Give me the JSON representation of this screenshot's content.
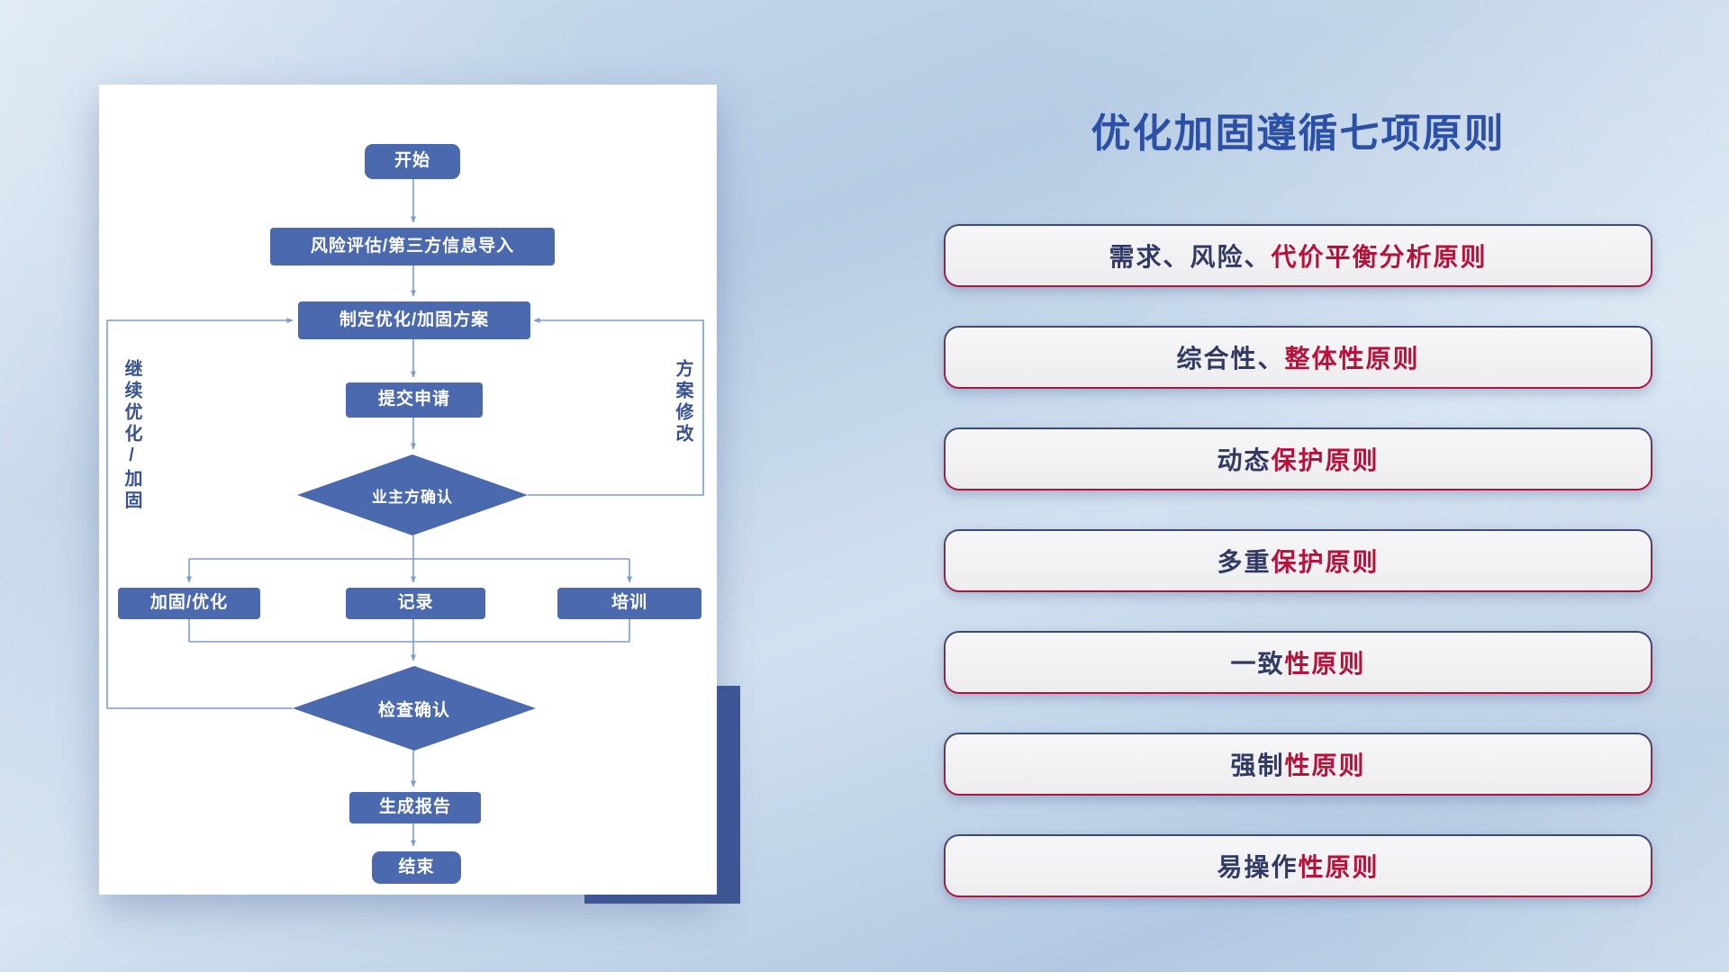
{
  "title": "优化加固遵循七项原则",
  "colors": {
    "title_blue": "#2b50a6",
    "node_fill": "#4a69ae",
    "connector": "#7b9cd2",
    "loop_label": "#3a5390",
    "pill_text_primary": "#323a63",
    "pill_text_accent": "#b5123c",
    "card_background": "#ffffff",
    "accent_rect": "#3f5796"
  },
  "flowchart": {
    "nodes": {
      "start": "开始",
      "risk": "风险评估/第三方信息导入",
      "plan": "制定优化/加固方案",
      "submit": "提交申请",
      "owner_confirm": "业主方确认",
      "reinforce": "加固/优化",
      "record": "记录",
      "training": "培训",
      "check_confirm": "检查确认",
      "report": "生成报告",
      "end": "结束"
    },
    "loop_labels": {
      "left": "继续优化/加固",
      "right": "方案修改"
    }
  },
  "principles": {
    "items": [
      {
        "prefix": "需求、风险、",
        "suffix": "代价平衡分析原则"
      },
      {
        "prefix": "综合性、",
        "suffix": "整体性原则"
      },
      {
        "prefix": "动态",
        "suffix": "保护原则"
      },
      {
        "prefix": "多重",
        "suffix": "保护原则"
      },
      {
        "prefix": "一致",
        "suffix": "性原则"
      },
      {
        "prefix": "强制",
        "suffix": "性原则"
      },
      {
        "prefix": "易操作",
        "suffix": "性原则"
      }
    ]
  }
}
